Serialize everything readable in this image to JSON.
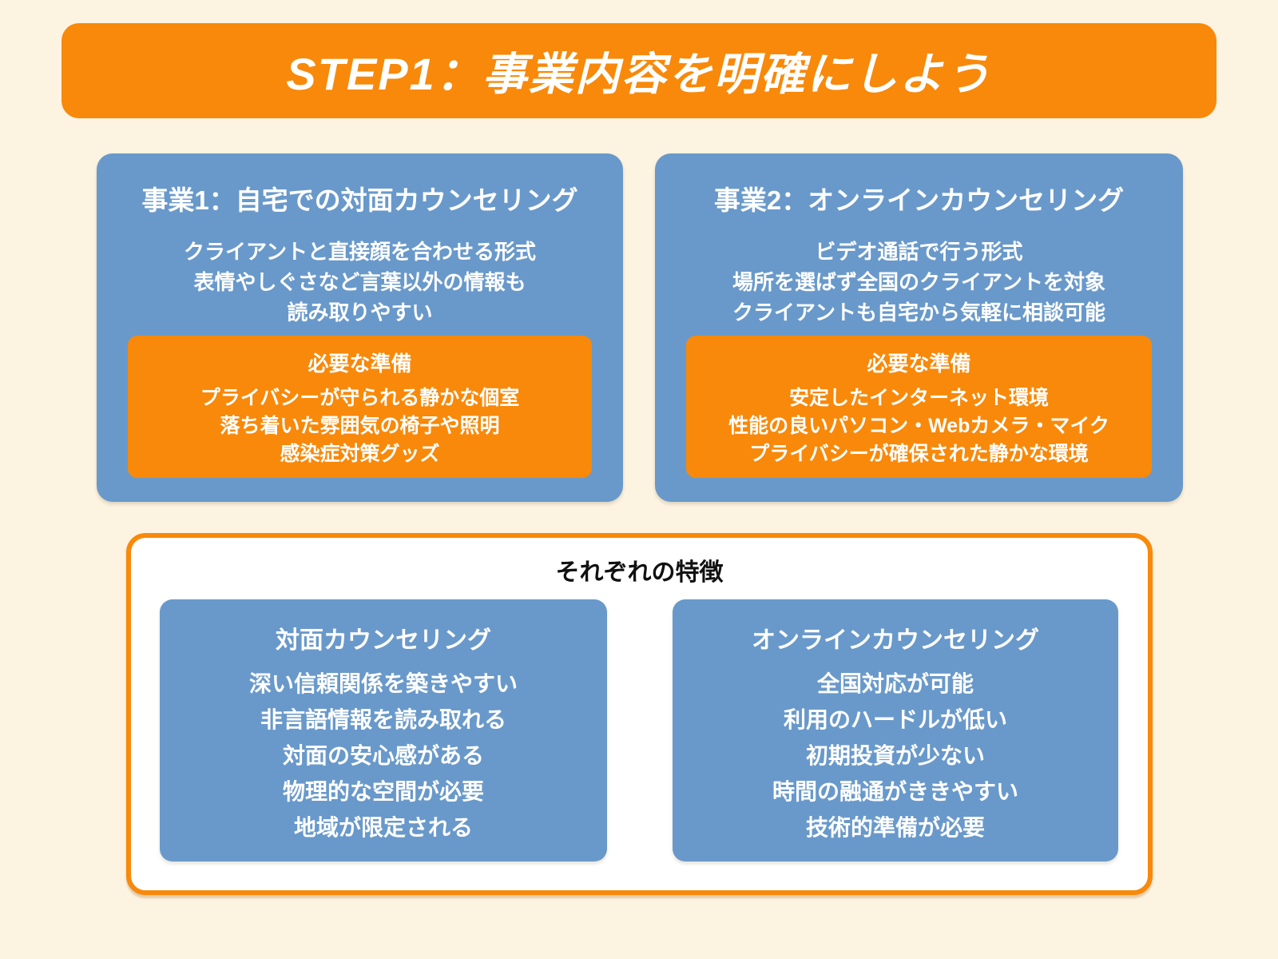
{
  "colors": {
    "background": "#FDF3E1",
    "accent_orange": "#F8890A",
    "card_blue": "#6999CA",
    "text_white": "#FFFFFF",
    "text_black": "#111111"
  },
  "header": {
    "title": "STEP1：事業内容を明確にしよう"
  },
  "businesses": [
    {
      "title": "事業1：自宅での対面カウンセリング",
      "description": [
        "クライアントと直接顔を合わせる形式",
        "表情やしぐさなど言葉以外の情報も",
        "読み取りやすい"
      ],
      "preparation": {
        "title": "必要な準備",
        "items": [
          "プライバシーが守られる静かな個室",
          "落ち着いた雰囲気の椅子や照明",
          "感染症対策グッズ"
        ]
      }
    },
    {
      "title": "事業2：オンラインカウンセリング",
      "description": [
        "ビデオ通話で行う形式",
        "場所を選ばず全国のクライアントを対象",
        "クライアントも自宅から気軽に相談可能"
      ],
      "preparation": {
        "title": "必要な準備",
        "items": [
          "安定したインターネット環境",
          "性能の良いパソコン・Webカメラ・マイク",
          "プライバシーが確保された静かな環境"
        ]
      }
    }
  ],
  "features": {
    "title": "それぞれの特徴",
    "columns": [
      {
        "title": "対面カウンセリング",
        "items": [
          "深い信頼関係を築きやすい",
          "非言語情報を読み取れる",
          "対面の安心感がある",
          "物理的な空間が必要",
          "地域が限定される"
        ]
      },
      {
        "title": "オンラインカウンセリング",
        "items": [
          "全国対応が可能",
          "利用のハードルが低い",
          "初期投資が少ない",
          "時間の融通がききやすい",
          "技術的準備が必要"
        ]
      }
    ]
  }
}
